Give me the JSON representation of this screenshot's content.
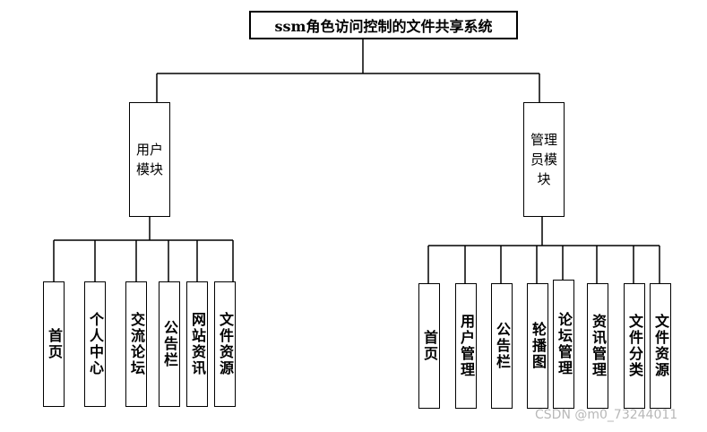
{
  "title": "ssm角色访问控制的文件共享系统",
  "user_module": {
    "label": "用户模块",
    "items": [
      "首页",
      "个人中心",
      "交流论坛",
      "公告栏",
      "网站资讯",
      "文件资源"
    ]
  },
  "admin_module": {
    "label": "管理员模块",
    "items": [
      "首页",
      "用户管理",
      "公告栏",
      "轮播图",
      "论坛管理",
      "资讯管理",
      "文件分类",
      "文件资源"
    ]
  },
  "watermark": "CSDN @m0_73244011"
}
